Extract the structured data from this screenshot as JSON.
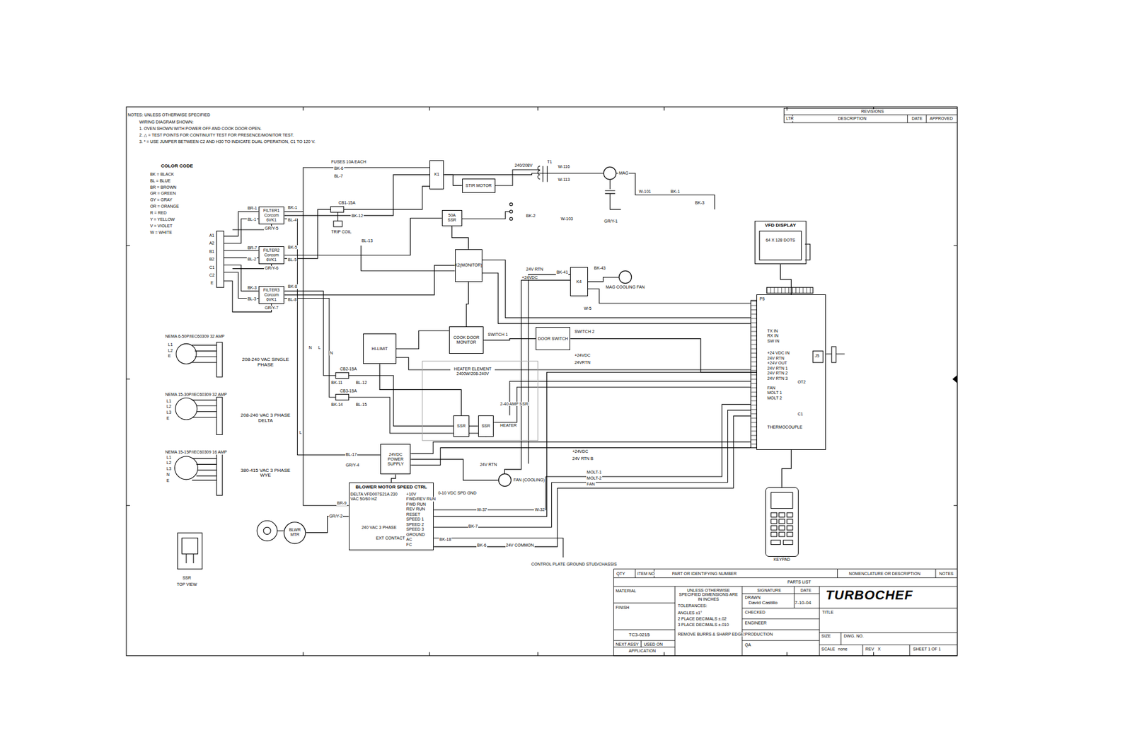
{
  "diagram": {
    "nodes": [
      {
        "text": [
          "FILTER1",
          "Corcom 6VK1"
        ]
      },
      {
        "text": [
          "FILTER2",
          "Corcom 6VK1"
        ]
      },
      {
        "text": [
          "FILTER3",
          "Corcom 6VK1"
        ]
      },
      {
        "text": [
          "K1"
        ]
      },
      {
        "text": [
          "STIR MOTOR"
        ]
      },
      {
        "text": [
          "MAG"
        ]
      },
      {
        "text": [
          "50A SSR"
        ]
      },
      {
        "text": [
          "K2(MONITOR)"
        ]
      },
      {
        "text": [
          "HI-LIMIT"
        ]
      },
      {
        "text": [
          "COOK DOOR MONITOR"
        ]
      },
      {
        "text": [
          "DOOR SWITCH"
        ]
      },
      {
        "text": [
          "K4"
        ]
      },
      {
        "text": [
          "MAG COOLING FAN"
        ]
      },
      {
        "text": [
          "SSR"
        ]
      },
      {
        "text": [
          "SSR"
        ]
      },
      {
        "text": [
          "24VDC POWER SUPPLY"
        ]
      },
      {
        "text": [
          "FAN (COOLING)"
        ]
      },
      {
        "text": [
          "BLOWER MOTOR SPEED CTRL",
          "DELTA VFD007S21A 230 VAC 50/60 HZ"
        ]
      },
      {
        "text": [
          "BLWR MTR"
        ]
      },
      {
        "text": [
          "VFD DISPLAY",
          "64 X 128 DOTS"
        ]
      },
      {
        "text": [
          "P5"
        ]
      },
      {
        "text": [
          "KEYPAD"
        ]
      }
    ],
    "edges": [
      {
        "from": 0,
        "to": 3,
        "arrow": "none"
      },
      {
        "from": 1,
        "to": 6,
        "arrow": "none"
      },
      {
        "from": 2,
        "to": 7,
        "arrow": "none"
      },
      {
        "from": 3,
        "to": 4,
        "arrow": "none"
      },
      {
        "from": 3,
        "to": 5,
        "arrow": "none"
      },
      {
        "from": 6,
        "to": 7,
        "arrow": "none"
      },
      {
        "from": 7,
        "to": 9,
        "arrow": "none"
      },
      {
        "from": 9,
        "to": 10,
        "arrow": "none"
      },
      {
        "from": 8,
        "to": 13,
        "arrow": "none"
      },
      {
        "from": 13,
        "to": 14,
        "arrow": "none"
      },
      {
        "from": 15,
        "to": 17,
        "arrow": "none"
      },
      {
        "from": 17,
        "to": 18,
        "arrow": "none"
      },
      {
        "from": 11,
        "to": 12,
        "arrow": "none"
      },
      {
        "from": 10,
        "to": 20,
        "arrow": "none"
      },
      {
        "from": 17,
        "to": 20,
        "arrow": "none"
      },
      {
        "from": 20,
        "to": 19,
        "arrow": "none"
      },
      {
        "from": 20,
        "to": 21,
        "arrow": "none"
      },
      {
        "from": 15,
        "to": 16,
        "arrow": "none"
      }
    ],
    "labels": [
      "NOTES: UNLESS OTHERWISE SPECIFIED",
      "WIRING DIAGRAM SHOWN:",
      "1. OVEN SHOWN WITH POWER OFF AND COOK DOOR OPEN.",
      "2. △ = TEST POINTS FOR CONTINUITY TEST FOR PRESENCE/MONITOR TEST.",
      "3. * = USE JUMPER BETWEEN C2 AND H30 TO INDICATE DUAL OPERATION, C1 TO 120 V.",
      "COLOR CODE",
      "BK = BLACK",
      "BL = BLUE",
      "BR = BROWN",
      "GR = GREEN",
      "GY = GRAY",
      "OR = ORANGE",
      "R = RED",
      "Y = YELLOW",
      "V = VIOLET",
      "W = WHITE",
      "REVISIONS",
      "LTR",
      "DESCRIPTION",
      "DATE",
      "APPROVED",
      "A1",
      "A2",
      "B1",
      "B2",
      "C1",
      "C2",
      "E",
      "NEMA 6-50P/IEC60309 32 AMP",
      "208-240 VAC SINGLE PHASE",
      "NEMA 15-30P/IEC60309 32 AMP",
      "208-240 VAC 3 PHASE DELTA",
      "NEMA 15-15P/IEC60309 16 AMP",
      "380-415 VAC 3 PHASE WYE",
      "L1",
      "L2",
      "E",
      "L1",
      "L2",
      "L3",
      "E",
      "L1",
      "L2",
      "L3",
      "N",
      "E",
      "BR-1",
      "BL-1",
      "GR/Y-5",
      "BR-7",
      "BL-2",
      "GR/Y-6",
      "BK-3",
      "BL-3",
      "GR/Y-7",
      "BK-1",
      "BL-4",
      "BK-5",
      "BL-5",
      "BK-8",
      "BL-8",
      "FUSES 10A EACH",
      "BK-6",
      "BL-7",
      "CB1-15A",
      "TRIP COIL",
      "BK-12",
      "BL-13",
      "CB2-15A",
      "CB3-15A",
      "BK-11",
      "BL-12",
      "BK-14",
      "BL-15",
      "T1",
      "240/208V",
      "W-116",
      "W-113",
      "BK-2",
      "W-103",
      "GR/Y-1",
      "W-101",
      "BK-1",
      "BK-3",
      "24V RTN",
      "+24VDC",
      "BK-41",
      "BK-43",
      "W-5",
      "SWITCH 1",
      "SWITCH 2",
      "+24VDC",
      "24VRTN",
      "N",
      "L",
      "N",
      "L",
      "HEATER ELEMENT 2400W/208-240V",
      "2-40 AMP SSR",
      "HEATER",
      "+24VDC",
      "24V RTN B",
      "24V RTN",
      "MOLT-1",
      "MOLT-2",
      "FAN",
      "0-10 VDC SPD GND",
      "W-37",
      "W-32",
      "BK-7",
      "BK-6",
      "24V COMMON",
      "BR-9",
      "GR/Y-2",
      "BK-18",
      "CONTROL PLATE GROUND STUD/CHASSIS",
      "+10V",
      "FWD/REV RUN",
      "FWD RUN",
      "REV RUN",
      "RESET",
      "SPEED 1",
      "SPEED 2",
      "SPEED 3",
      "GROUND",
      "AC",
      "FC",
      "240 VAC 3 PHASE",
      "EXT CONTACT",
      "BL-17",
      "GR/Y-4",
      "SSR",
      "TOP VIEW",
      "+24 VDC IN",
      "24V RTN",
      "+24V OUT",
      "24V RTN 1",
      "24V RTN 2",
      "24V RTN 3",
      "FAN",
      "MOLT 1",
      "MOLT 2",
      "THERMOCOUPLE",
      "TX IN",
      "RX IN",
      "SW IN",
      "OT2",
      "C1",
      "J5",
      "QTY",
      "ITEM NO",
      "PART OR IDENTIFYING NUMBER",
      "NOMENCLATURE OR DESCRIPTION",
      "NOTES",
      "PARTS LIST",
      "MATERIAL",
      "FINISH",
      "UNLESS OTHERWISE SPECIFIED DIMENSIONS ARE IN INCHES",
      "TOLERANCES:",
      "ANGLES ±1°",
      "2 PLACE DECIMALS ±.02",
      "3 PLACE DECIMALS ±.010",
      "REMOVE BURRS & SHARP EDGES",
      "SIGNATURE",
      "DATE",
      "DRAWN",
      "David Castillo",
      "7-10-04",
      "CHECKED",
      "ENGINEER",
      "PRODUCTION",
      "QA",
      "TURBOCHEF",
      "TITLE",
      "TC3-0215",
      "NEXT ASSY",
      "USED ON",
      "APPLICATION",
      "SIZE",
      "DWG. NO.",
      "SCALE",
      "none",
      "REV",
      "X",
      "SHEET 1 OF 1"
    ]
  }
}
